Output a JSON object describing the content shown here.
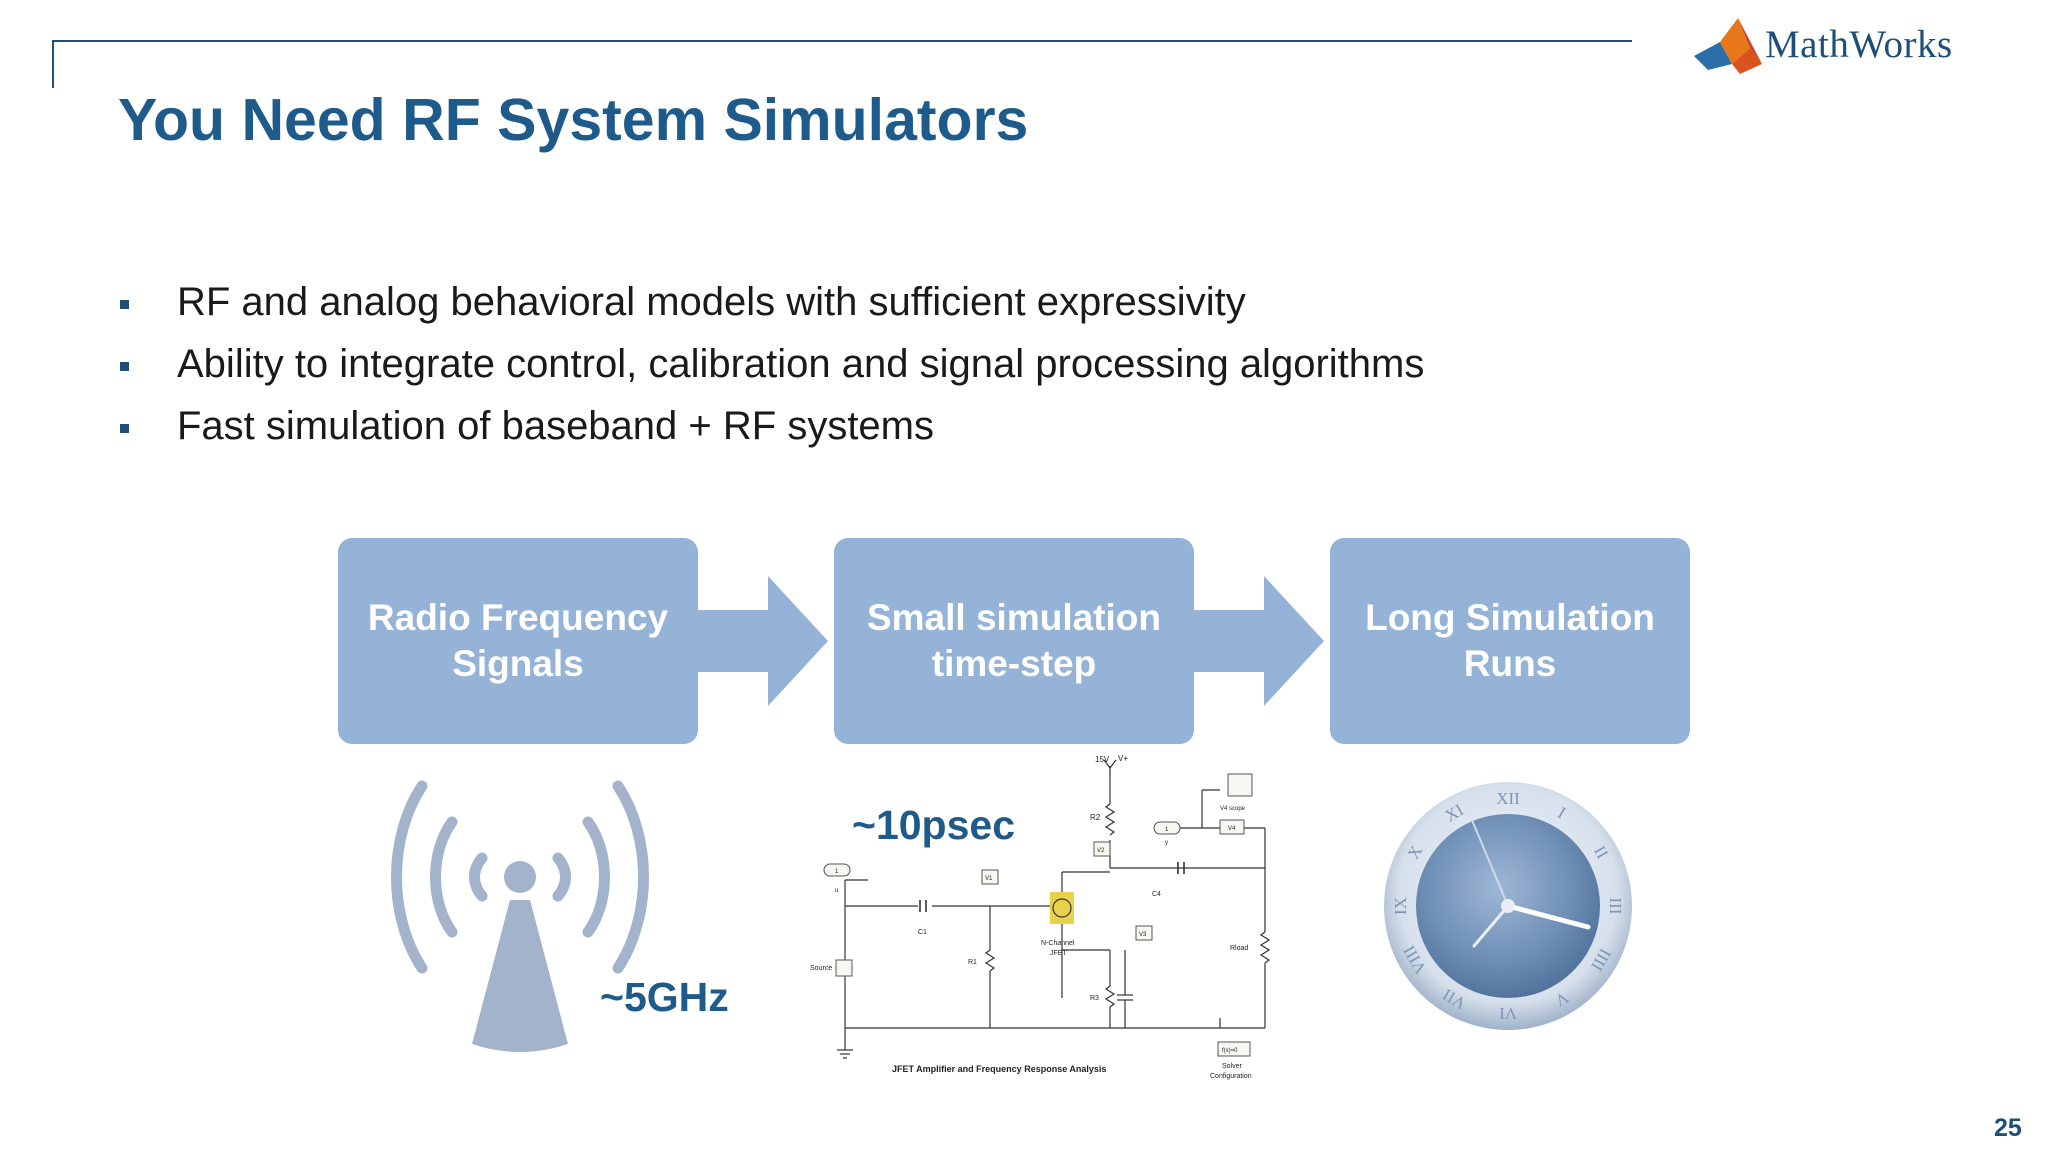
{
  "header": {
    "logo_text": "MathWorks"
  },
  "slide": {
    "title": "You Need RF System Simulators",
    "bullets": [
      "RF and analog behavioral models with sufficient expressivity",
      "Ability to integrate control, calibration and signal processing algorithms",
      "Fast simulation of baseband + RF systems"
    ],
    "flow": [
      {
        "line1": "Radio Frequency",
        "line2": "Signals"
      },
      {
        "line1": "Small simulation",
        "line2": "time-step"
      },
      {
        "line1": "Long Simulation",
        "line2": "Runs"
      }
    ],
    "freq_label": "~5GHz",
    "timestep_label": "~10psec",
    "page_number": "25"
  },
  "schematic": {
    "title": "JFET Amplifier and Frequency Response Analysis",
    "labels": {
      "supply": "15V",
      "vplus": "V+",
      "r2": "R2",
      "v2": "V2",
      "one_y": "1",
      "y": "y",
      "scope": "V4 scope",
      "v4": "V4",
      "c4": "C4",
      "one_u": "1",
      "u": "u",
      "c1": "C1",
      "v1": "V1",
      "jfet1": "N-Channel",
      "jfet2": "JFET",
      "v3": "V3",
      "r1": "R1",
      "r3": "R3",
      "rload": "Rload",
      "source": "Source",
      "solver_block": "f(x)=0",
      "solver1": "Solver",
      "solver2": "Configuration"
    }
  },
  "clock": {
    "numerals": [
      "XII",
      "I",
      "II",
      "III",
      "IIII",
      "V",
      "VI",
      "VII",
      "VIII",
      "IX",
      "X",
      "XI"
    ]
  },
  "colors": {
    "title": "#1f5b8a",
    "box": "#95b3d7",
    "icon": "#a3b3cb",
    "rule": "#1f4e79"
  },
  "icons": {
    "logo": "membrane-logo-icon",
    "antenna": "antenna-signal-icon",
    "clock": "analog-clock-icon"
  }
}
